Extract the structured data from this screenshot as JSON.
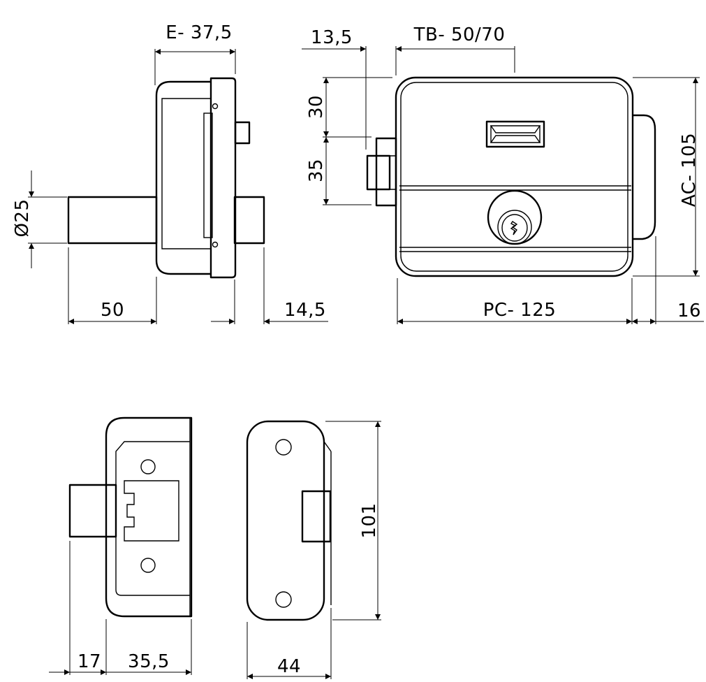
{
  "labels": {
    "e": "E- 37,5",
    "offset": "13,5",
    "tb": "TB- 50/70",
    "h30": "30",
    "h35": "35",
    "dia": "Ø25",
    "w50": "50",
    "w145": "14,5",
    "pc": "PC- 125",
    "ac": "AC- 105",
    "w16": "16",
    "h101": "101",
    "w17": "17",
    "w355": "35,5",
    "w44": "44"
  }
}
